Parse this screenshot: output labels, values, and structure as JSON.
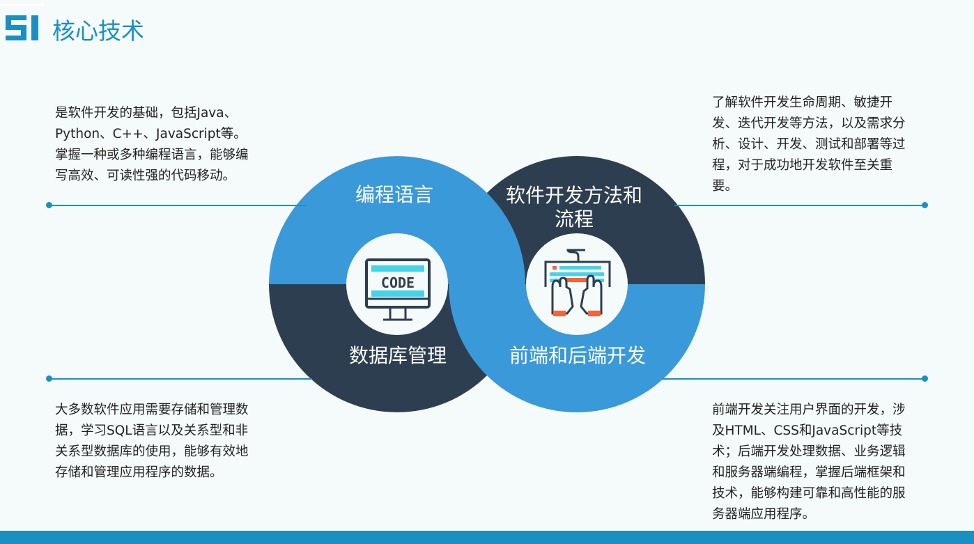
{
  "header": {
    "title": "核心技术",
    "logo": "5I"
  },
  "sections": [
    {
      "title": "编程语言",
      "description": "是软件开发的基础，包括Java、Python、C++、JavaScript等。掌握一种或多种编程语言，能够编写高效、可读性强的代码移动。",
      "icon": "code-monitor-icon"
    },
    {
      "title": "软件开发方法和流程",
      "description": "了解软件开发生命周期、敏捷开发、迭代开发等方法，以及需求分析、设计、开发、测试和部署等过程，对于成功地开发软件至关重要。",
      "icon": "keyboard-typing-icon"
    },
    {
      "title": "数据库管理",
      "description": "大多数软件应用需要存储和管理数据，学习SQL语言以及关系型和非关系型数据库的使用，能够有效地存储和管理应用程序的数据。"
    },
    {
      "title": "前端和后端开发",
      "description": "前端开发关注用户界面的开发，涉及HTML、CSS和JavaScript等技术；后端开发处理数据、业务逻辑和服务器端编程，掌握后端框架和技术，能够构建可靠和高性能的服务器端应用程序。"
    }
  ],
  "icon_code_text": "CODE",
  "colors": {
    "blue": "#3a99d8",
    "dark": "#2d3e50",
    "accent": "#1a8fc4"
  }
}
